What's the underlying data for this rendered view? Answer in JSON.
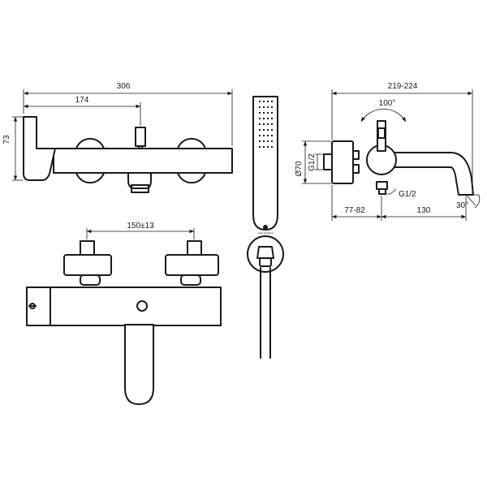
{
  "dimensions": {
    "total_width": "306",
    "lever_offset": "174",
    "lever_height": "73",
    "eccentric_spacing": "150±13",
    "handshower_diameter": "Ø70",
    "handshower_thread": "G1/2",
    "depth": "219-224",
    "rotation_angle": "100°",
    "outlet_thread": "G1/2",
    "wall_offset": "77-82",
    "spout_reach": "130",
    "spout_angle": "30°"
  },
  "brand_mark": "ideal standard"
}
